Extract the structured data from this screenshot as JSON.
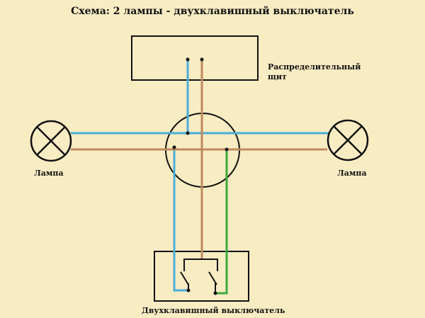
{
  "title": "Схема: 2 лампы - двухклавишный выключатель",
  "panel_label_line1": "Распределительный",
  "panel_label_line2": "щит",
  "lamp_left_label": "Лампа",
  "lamp_right_label": "Лампа",
  "switch_label": "Двухклавишный выключатель",
  "colors": {
    "background": "#f8ecc3",
    "outline": "#111111",
    "neutral_wire": "#4aaed9",
    "phase_wire": "#c08a5e",
    "switched_wire": "#3caa3c"
  }
}
